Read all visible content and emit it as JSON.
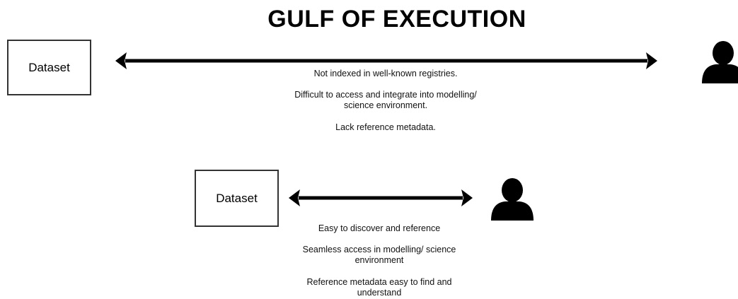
{
  "title": "GULF OF EXECUTION",
  "top": {
    "dataset_label": "Dataset",
    "notes": [
      "Not indexed in well-known registries.",
      "Difficult to access and integrate into modelling/ science environment.",
      "Lack reference metadata."
    ]
  },
  "bottom": {
    "dataset_label": "Dataset",
    "notes": [
      "Easy to discover and reference",
      "Seamless access in modelling/ science environment",
      "Reference metadata easy to find and understand"
    ]
  },
  "icons": {
    "person": "user-icon",
    "arrow": "double-headed-arrow"
  },
  "colors": {
    "line": "#000000",
    "box_border": "#333333",
    "background": "#ffffff"
  }
}
